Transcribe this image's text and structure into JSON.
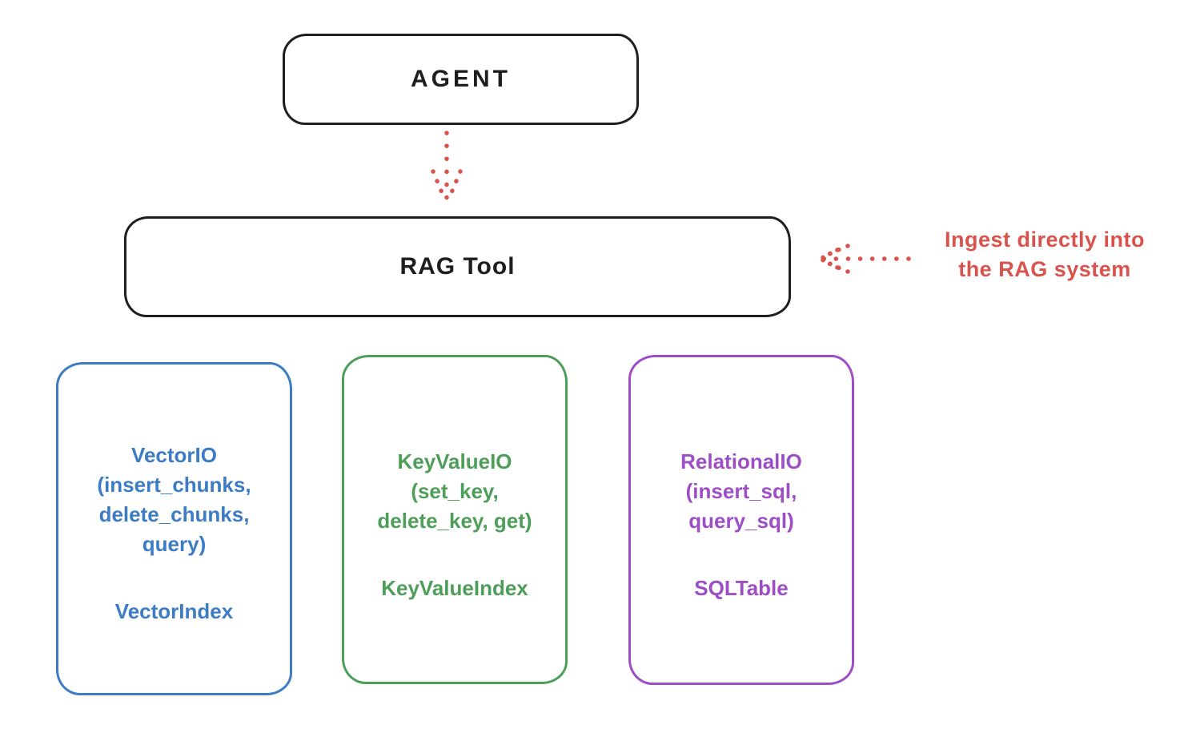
{
  "diagram": {
    "agent": {
      "label": "AGENT"
    },
    "rag_tool": {
      "label": "RAG Tool"
    },
    "ingest_note": {
      "line1": "Ingest directly into",
      "line2": "the RAG system"
    },
    "io_boxes": {
      "vector": {
        "lines": [
          "VectorIO",
          "(insert_chunks,",
          "delete_chunks,",
          "query)"
        ],
        "index_label": "VectorIndex",
        "color": "#3b7cc4"
      },
      "keyvalue": {
        "lines": [
          "KeyValueIO",
          "(set_key,",
          "delete_key, get)"
        ],
        "index_label": "KeyValueIndex",
        "color": "#4d9e58"
      },
      "relational": {
        "lines": [
          "RelationalIO",
          "(insert_sql,",
          "query_sql)"
        ],
        "index_label": "SQLTable",
        "color": "#9d4ec6"
      }
    },
    "colors": {
      "ink": "#1e1e1e",
      "red": "#d9534c",
      "blue": "#3b7cc4",
      "green": "#4d9e58",
      "purple": "#9d4ec6",
      "background": "#ffffff"
    }
  }
}
